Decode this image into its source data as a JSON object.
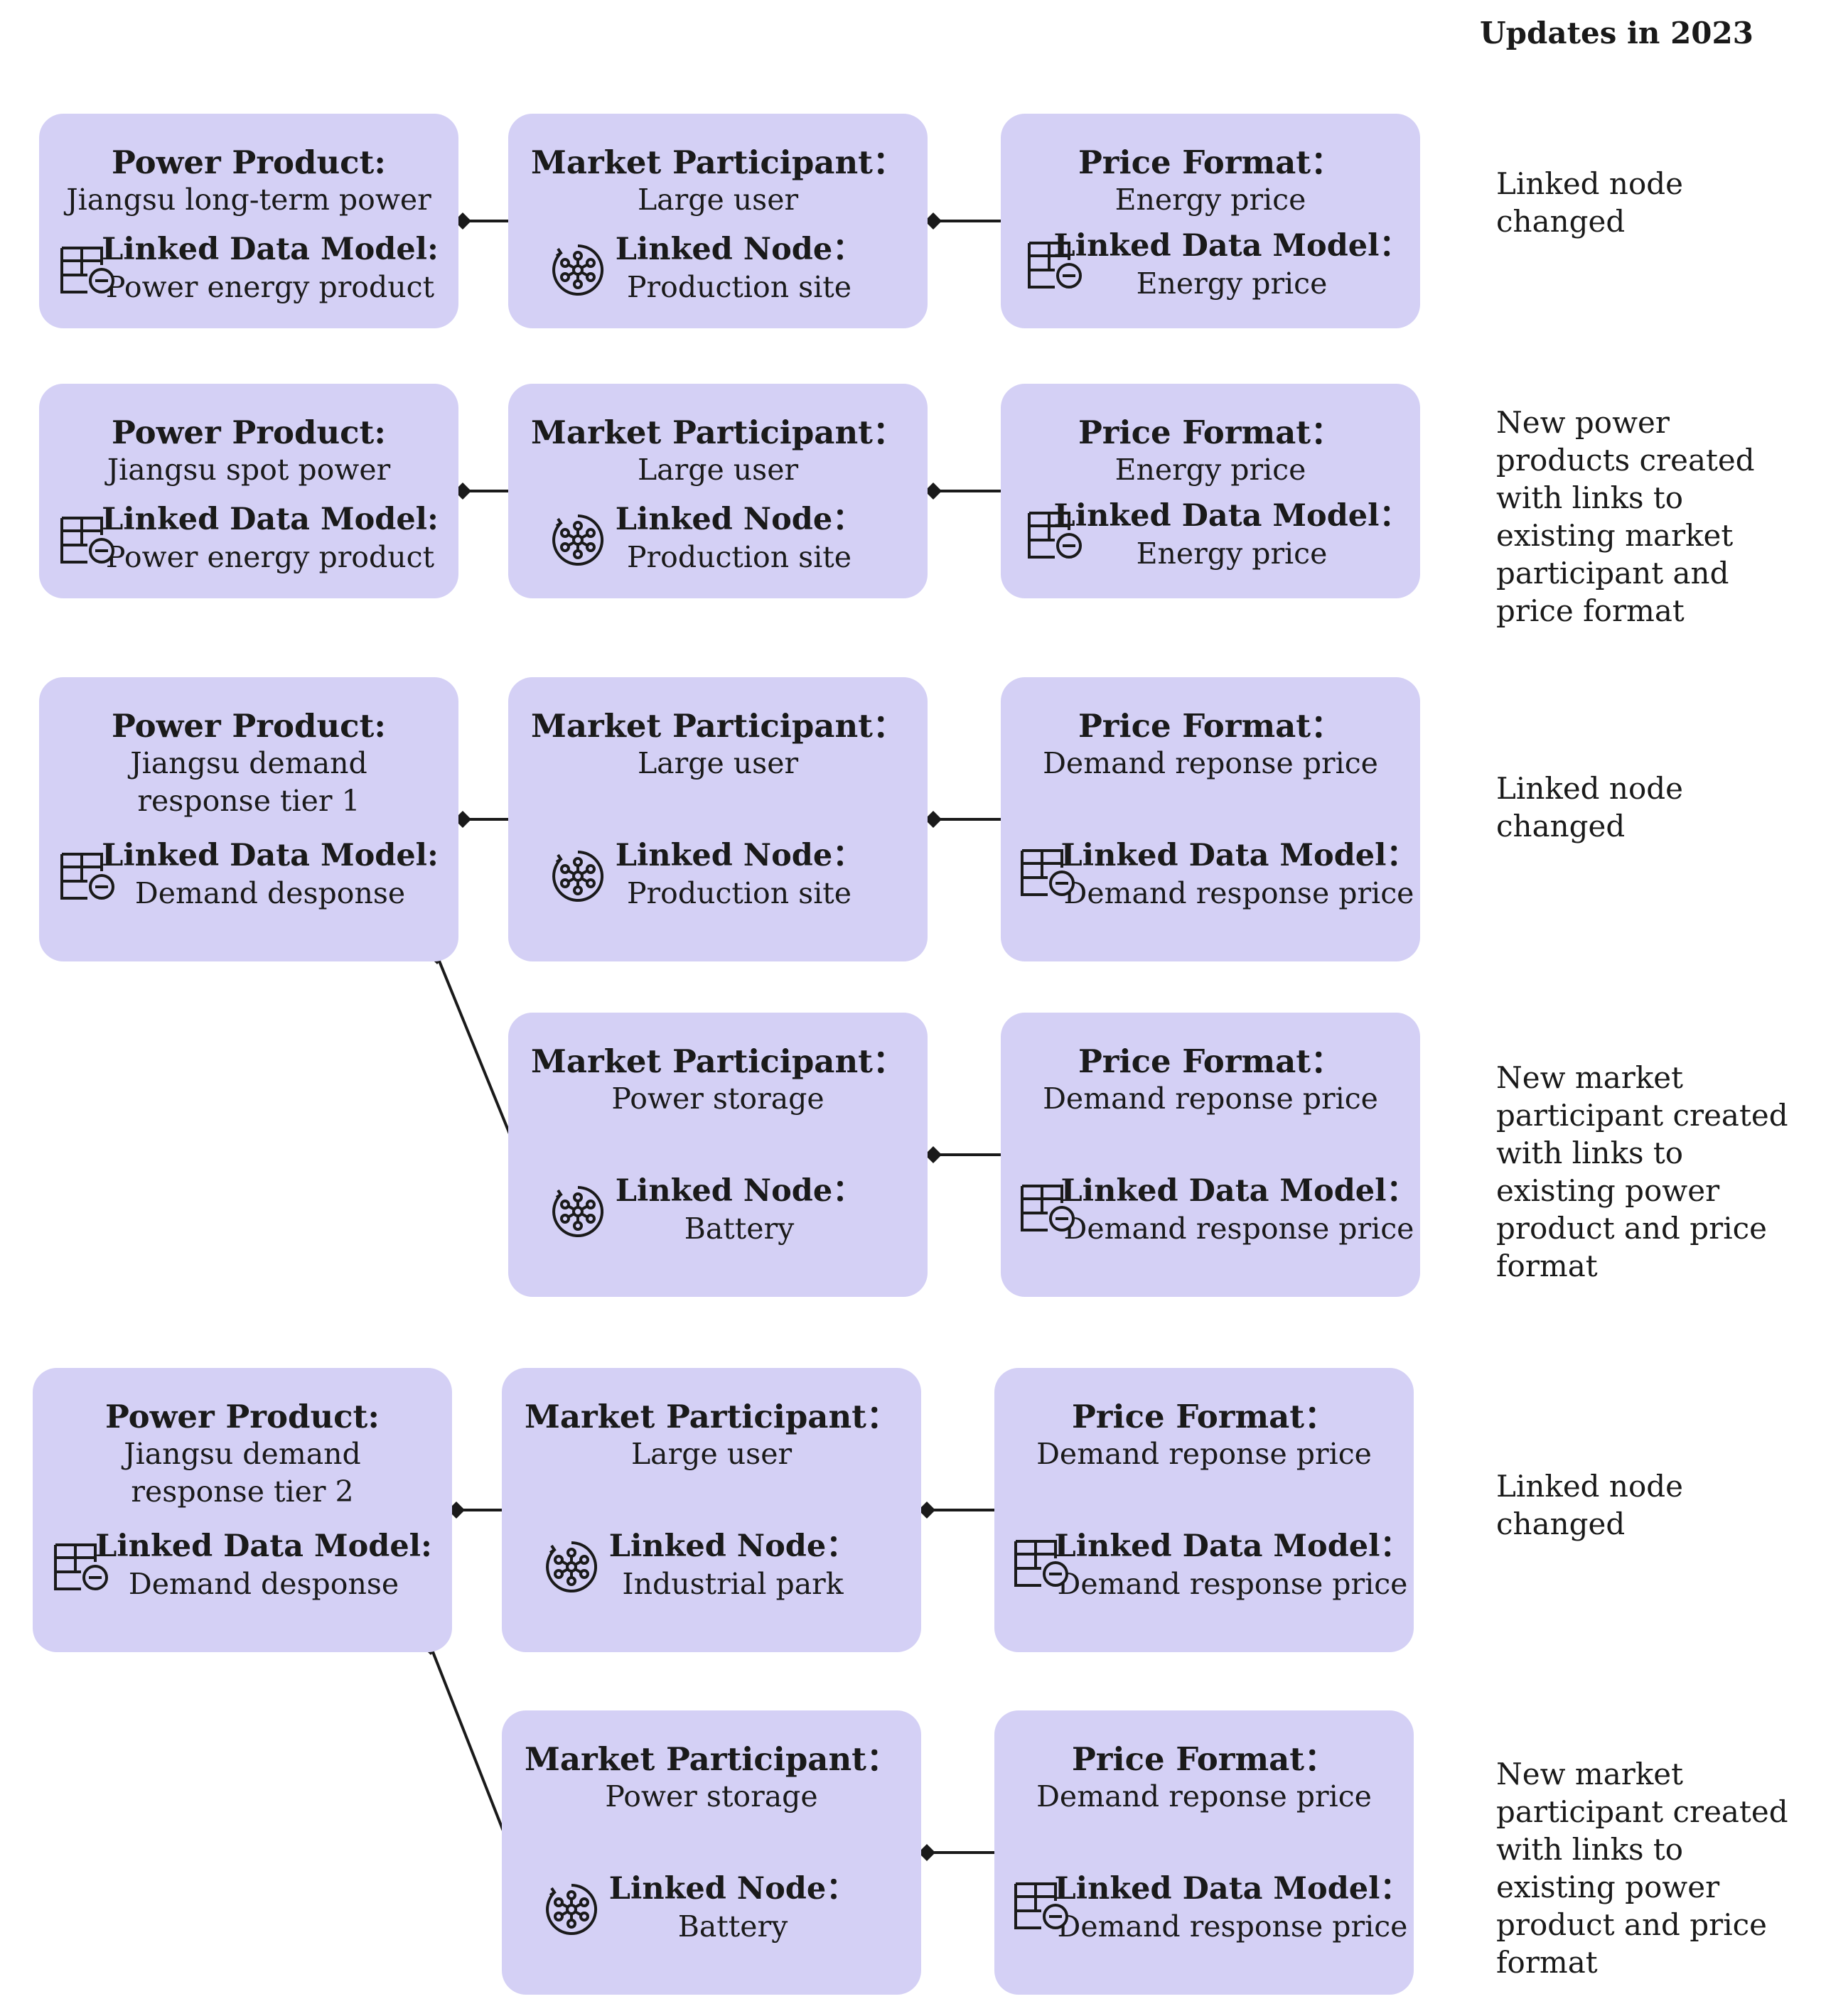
{
  "header": "Updates in 2023",
  "groups": [
    {
      "product": {
        "title": "Power Product:",
        "value": "Jiangsu long-term power",
        "model_label": "Linked Data Model:",
        "model_value": "Power energy product"
      },
      "participants": [
        {
          "title": "Market Participant：",
          "value": "Large user",
          "node_label": "Linked Node：",
          "node_value": "Production site",
          "price": {
            "title": "Price Format：",
            "value": "Energy price",
            "model_label": "Linked Data Model：",
            "model_value": "Energy price"
          }
        }
      ],
      "notes": [
        "Linked node changed"
      ]
    },
    {
      "product": {
        "title": "Power Product:",
        "value": "Jiangsu spot power",
        "model_label": "Linked Data Model:",
        "model_value": "Power energy product"
      },
      "participants": [
        {
          "title": "Market Participant：",
          "value": "Large user",
          "node_label": "Linked Node：",
          "node_value": "Production site",
          "price": {
            "title": "Price Format：",
            "value": "Energy price",
            "model_label": "Linked Data Model：",
            "model_value": "Energy price"
          }
        }
      ],
      "notes": [
        "New power products created with links to existing market participant and price format"
      ]
    },
    {
      "product": {
        "title": "Power Product:",
        "value": "Jiangsu demand response tier 1",
        "model_label": "Linked Data Model:",
        "model_value": "Demand desponse"
      },
      "participants": [
        {
          "title": "Market Participant：",
          "value": "Large user",
          "node_label": "Linked Node：",
          "node_value": "Production site",
          "price": {
            "title": "Price Format：",
            "value": "Demand reponse price",
            "model_label": "Linked Data Model：",
            "model_value": "Demand response price"
          }
        },
        {
          "title": "Market Participant：",
          "value": "Power storage",
          "node_label": "Linked Node：",
          "node_value": "Battery",
          "price": {
            "title": "Price Format：",
            "value": "Demand reponse price",
            "model_label": "Linked Data Model：",
            "model_value": "Demand response price"
          }
        }
      ],
      "notes": [
        "Linked node changed",
        "New market participant created with links to existing power product and price format"
      ]
    },
    {
      "product": {
        "title": "Power Product:",
        "value": "Jiangsu demand response tier 2",
        "model_label": "Linked Data Model:",
        "model_value": "Demand desponse"
      },
      "participants": [
        {
          "title": "Market Participant：",
          "value": "Large user",
          "node_label": "Linked Node：",
          "node_value": "Industrial park",
          "price": {
            "title": "Price Format：",
            "value": "Demand reponse price",
            "model_label": "Linked Data Model：",
            "model_value": "Demand response price"
          }
        },
        {
          "title": "Market Participant：",
          "value": "Power storage",
          "node_label": "Linked Node：",
          "node_value": "Battery",
          "price": {
            "title": "Price Format：",
            "value": "Demand reponse price",
            "model_label": "Linked Data Model：",
            "model_value": "Demand response price"
          }
        }
      ],
      "notes": [
        "Linked node changed",
        "New market participant created with links to existing power product and price format"
      ]
    }
  ],
  "icons": {
    "data_model": "table-minus-icon",
    "node": "network-node-icon"
  },
  "colors": {
    "box_fill": "#d4d0f5",
    "connector": "#1a1a1a",
    "text": "#1a1a1a"
  }
}
